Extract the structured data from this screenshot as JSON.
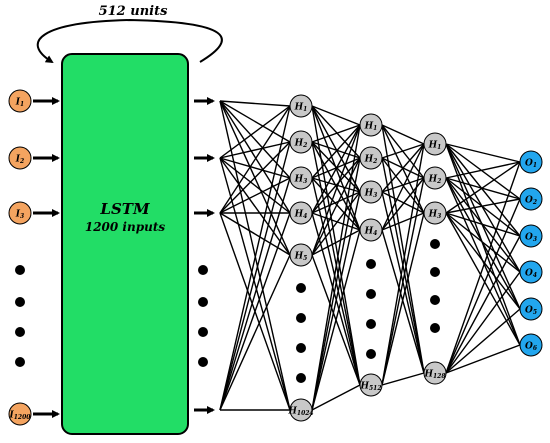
{
  "recurrence": {
    "label": "512 units"
  },
  "lstm": {
    "title": "LSTM",
    "subtitle": "1200 inputs"
  },
  "inputs": [
    {
      "base": "I",
      "sub": "1"
    },
    {
      "base": "I",
      "sub": "2"
    },
    {
      "base": "I",
      "sub": "3"
    },
    {
      "base": "I",
      "sub": "1200"
    }
  ],
  "hidden1": [
    {
      "base": "H",
      "sub": "1"
    },
    {
      "base": "H",
      "sub": "2"
    },
    {
      "base": "H",
      "sub": "3"
    },
    {
      "base": "H",
      "sub": "4"
    },
    {
      "base": "H",
      "sub": "5"
    },
    {
      "base": "H",
      "sub": "1024"
    }
  ],
  "hidden2": [
    {
      "base": "H",
      "sub": "1"
    },
    {
      "base": "H",
      "sub": "2"
    },
    {
      "base": "H",
      "sub": "3"
    },
    {
      "base": "H",
      "sub": "4"
    },
    {
      "base": "H",
      "sub": "512"
    }
  ],
  "hidden3": [
    {
      "base": "H",
      "sub": "1"
    },
    {
      "base": "H",
      "sub": "2"
    },
    {
      "base": "H",
      "sub": "3"
    },
    {
      "base": "H",
      "sub": "128"
    }
  ],
  "outputs": [
    {
      "base": "O",
      "sub": "1"
    },
    {
      "base": "O",
      "sub": "2"
    },
    {
      "base": "O",
      "sub": "3"
    },
    {
      "base": "O",
      "sub": "4"
    },
    {
      "base": "O",
      "sub": "5"
    },
    {
      "base": "O",
      "sub": "6"
    }
  ],
  "colors": {
    "input_fill": "#f4a460",
    "lstm_fill": "#22dd66",
    "hidden_fill": "#c8c8c8",
    "output_fill": "#22a6ee",
    "stroke": "#000000"
  }
}
